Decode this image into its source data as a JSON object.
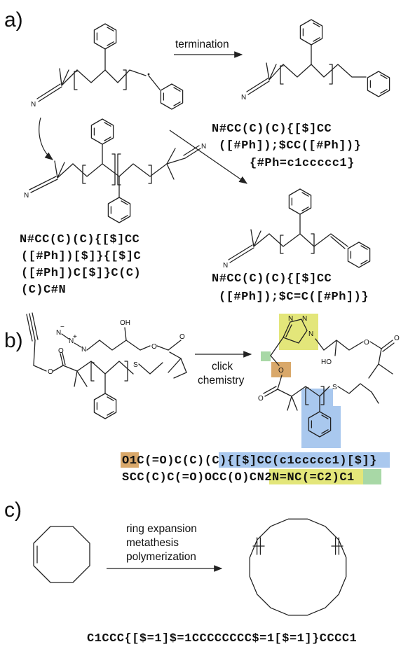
{
  "panels": [
    {
      "label": "a)"
    },
    {
      "label": "b)"
    },
    {
      "label": "c)"
    }
  ],
  "panel_a": {
    "arrow_label": "termination",
    "smiles_terminated": [
      "N#CC(C)(C){[$]CC",
      "([#Ph]);$CC([#Ph])}",
      "{#Ph=c1ccccc1}"
    ],
    "smiles_coupled": [
      "N#CC(C)(C){[$]CC",
      "([#Ph])[$]}{[$]C",
      "([#Ph])C[$]}C(C)",
      "(C)C#N"
    ],
    "smiles_disproportionated": [
      "N#CC(C)(C){[$]CC",
      "([#Ph]);$C=C([#Ph])}"
    ]
  },
  "panel_b": {
    "arrow_label": [
      "click",
      "chemistry"
    ],
    "smiles_line1": [
      {
        "text": "O1",
        "highlight": "#d9a86a"
      },
      {
        "text": "C(=O)C(C)(C)",
        "highlight": ""
      },
      {
        "text": "{[$]CC(c1ccccc1)[$]}",
        "highlight": "#a9c8ee"
      }
    ],
    "smiles_line2": [
      {
        "text": "SCC(C)C(=O)OCC(O)C",
        "highlight": ""
      },
      {
        "text": "N2N=NC(=C2)",
        "highlight": "#e3e67a"
      },
      {
        "text": "C1",
        "highlight": "#a8d8a6"
      }
    ],
    "colors": {
      "ester": "#d9a86a",
      "polymer": "#a9c8ee",
      "triazole": "#e3e67a",
      "link": "#a8d8a6"
    }
  },
  "panel_c": {
    "arrow_label": [
      "ring expansion",
      "metathesis",
      "polymerization"
    ],
    "smiles": "C1CCC{[$=1]$=1CCCCCCCC$=1[$=1]}CCCC1"
  },
  "atoms": {
    "N": "N",
    "O": "O",
    "OH": "OH",
    "HO": "HO",
    "S": "S",
    "N_plus": "N",
    "plus": "+",
    "minus": "−"
  }
}
